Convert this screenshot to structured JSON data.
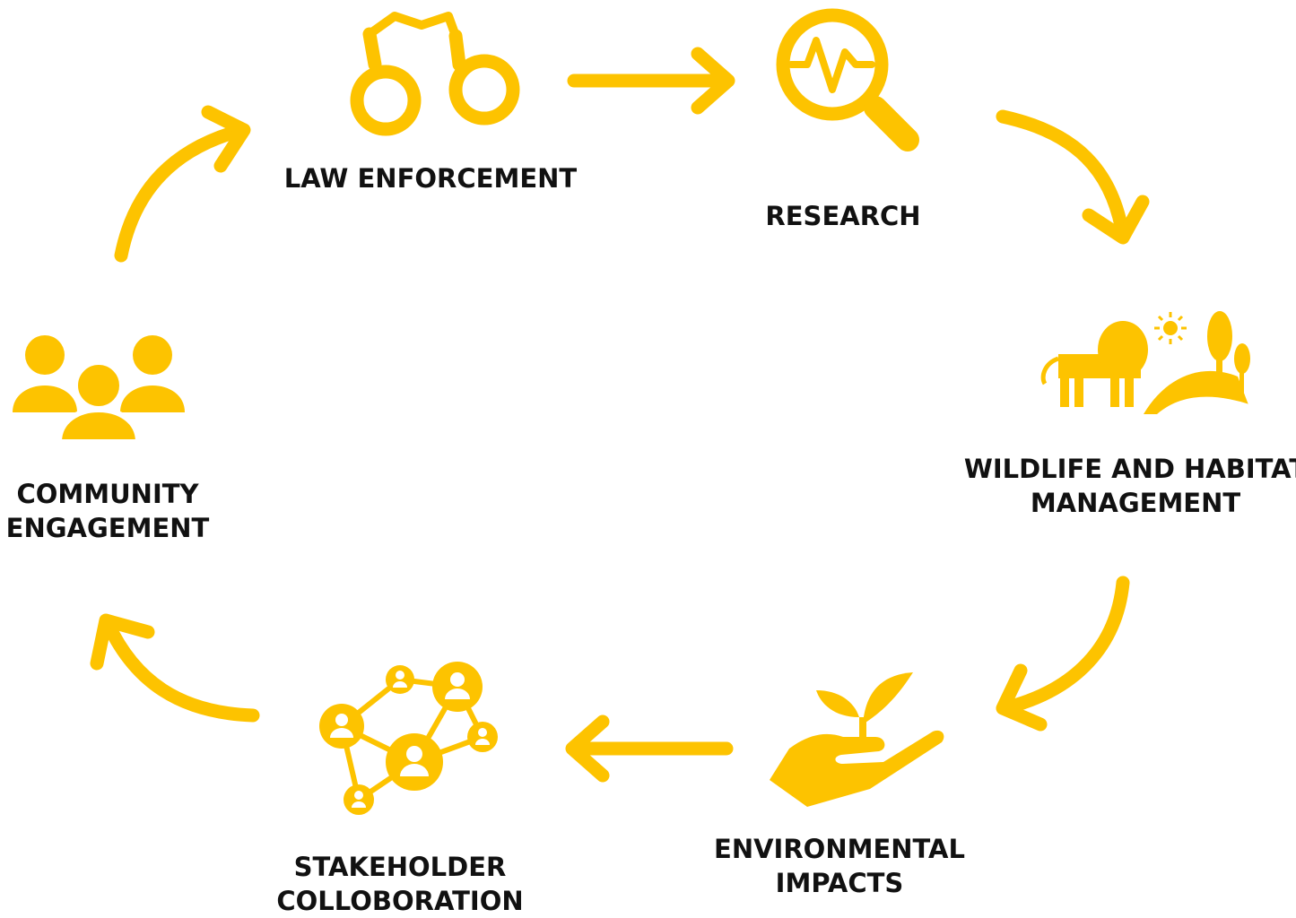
{
  "theme": {
    "accent": "#FDC300",
    "text": "#111111",
    "background": "#FFFFFF"
  },
  "stages": [
    {
      "id": "law-enforcement",
      "icon": "handcuffs-icon",
      "lines": [
        "LAW ENFORCEMENT"
      ]
    },
    {
      "id": "research",
      "icon": "magnifier-pulse-icon",
      "lines": [
        "RESEARCH"
      ]
    },
    {
      "id": "wildlife-habitat",
      "icon": "lion-landscape-icon",
      "lines": [
        "WILDLIFE AND HABITAT",
        "MANAGEMENT"
      ]
    },
    {
      "id": "environmental-impacts",
      "icon": "hand-plant-icon",
      "lines": [
        "ENVIRONMENTAL",
        "IMPACTS"
      ]
    },
    {
      "id": "stakeholder-collaboration",
      "icon": "network-people-icon",
      "lines": [
        "STAKEHOLDER",
        "COLLOBORATION"
      ]
    },
    {
      "id": "community-engagement",
      "icon": "people-group-icon",
      "lines": [
        "COMMUNITY",
        "ENGAGEMENT"
      ]
    }
  ]
}
